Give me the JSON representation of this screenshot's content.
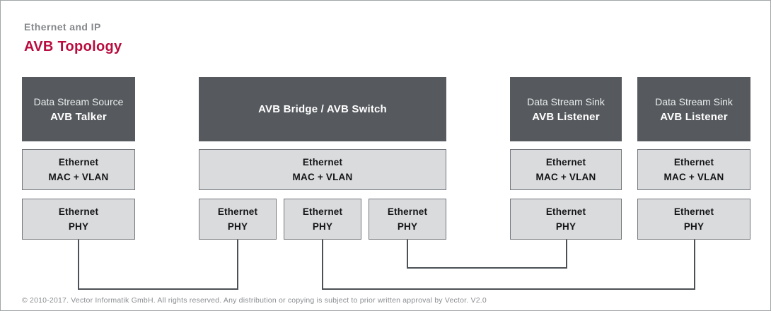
{
  "header": {
    "category": "Ethernet and IP",
    "title": "AVB Topology"
  },
  "nodes": {
    "talker": {
      "line1": "Data Stream Source",
      "line2": "AVB Talker"
    },
    "bridge": {
      "title": "AVB Bridge / AVB Switch"
    },
    "listener1": {
      "line1": "Data Stream Sink",
      "line2": "AVB Listener"
    },
    "listener2": {
      "line1": "Data Stream Sink",
      "line2": "AVB Listener"
    }
  },
  "layers": {
    "mac_line1": "Ethernet",
    "mac_line2": "MAC + VLAN",
    "phy_line1": "Ethernet",
    "phy_line2": "PHY"
  },
  "footer": {
    "copyright": "© 2010-2017. Vector Informatik GmbH. All rights reserved. Any distribution or copying is subject to prior written approval by Vector. V2.0"
  },
  "colors": {
    "title_red": "#b90c3e",
    "category_gray": "#85888b",
    "node_dark_gray": "#565a5e",
    "layer_fill": "#d9dbdd",
    "layer_border": "#74777b",
    "connector_line": "#4c5156"
  }
}
